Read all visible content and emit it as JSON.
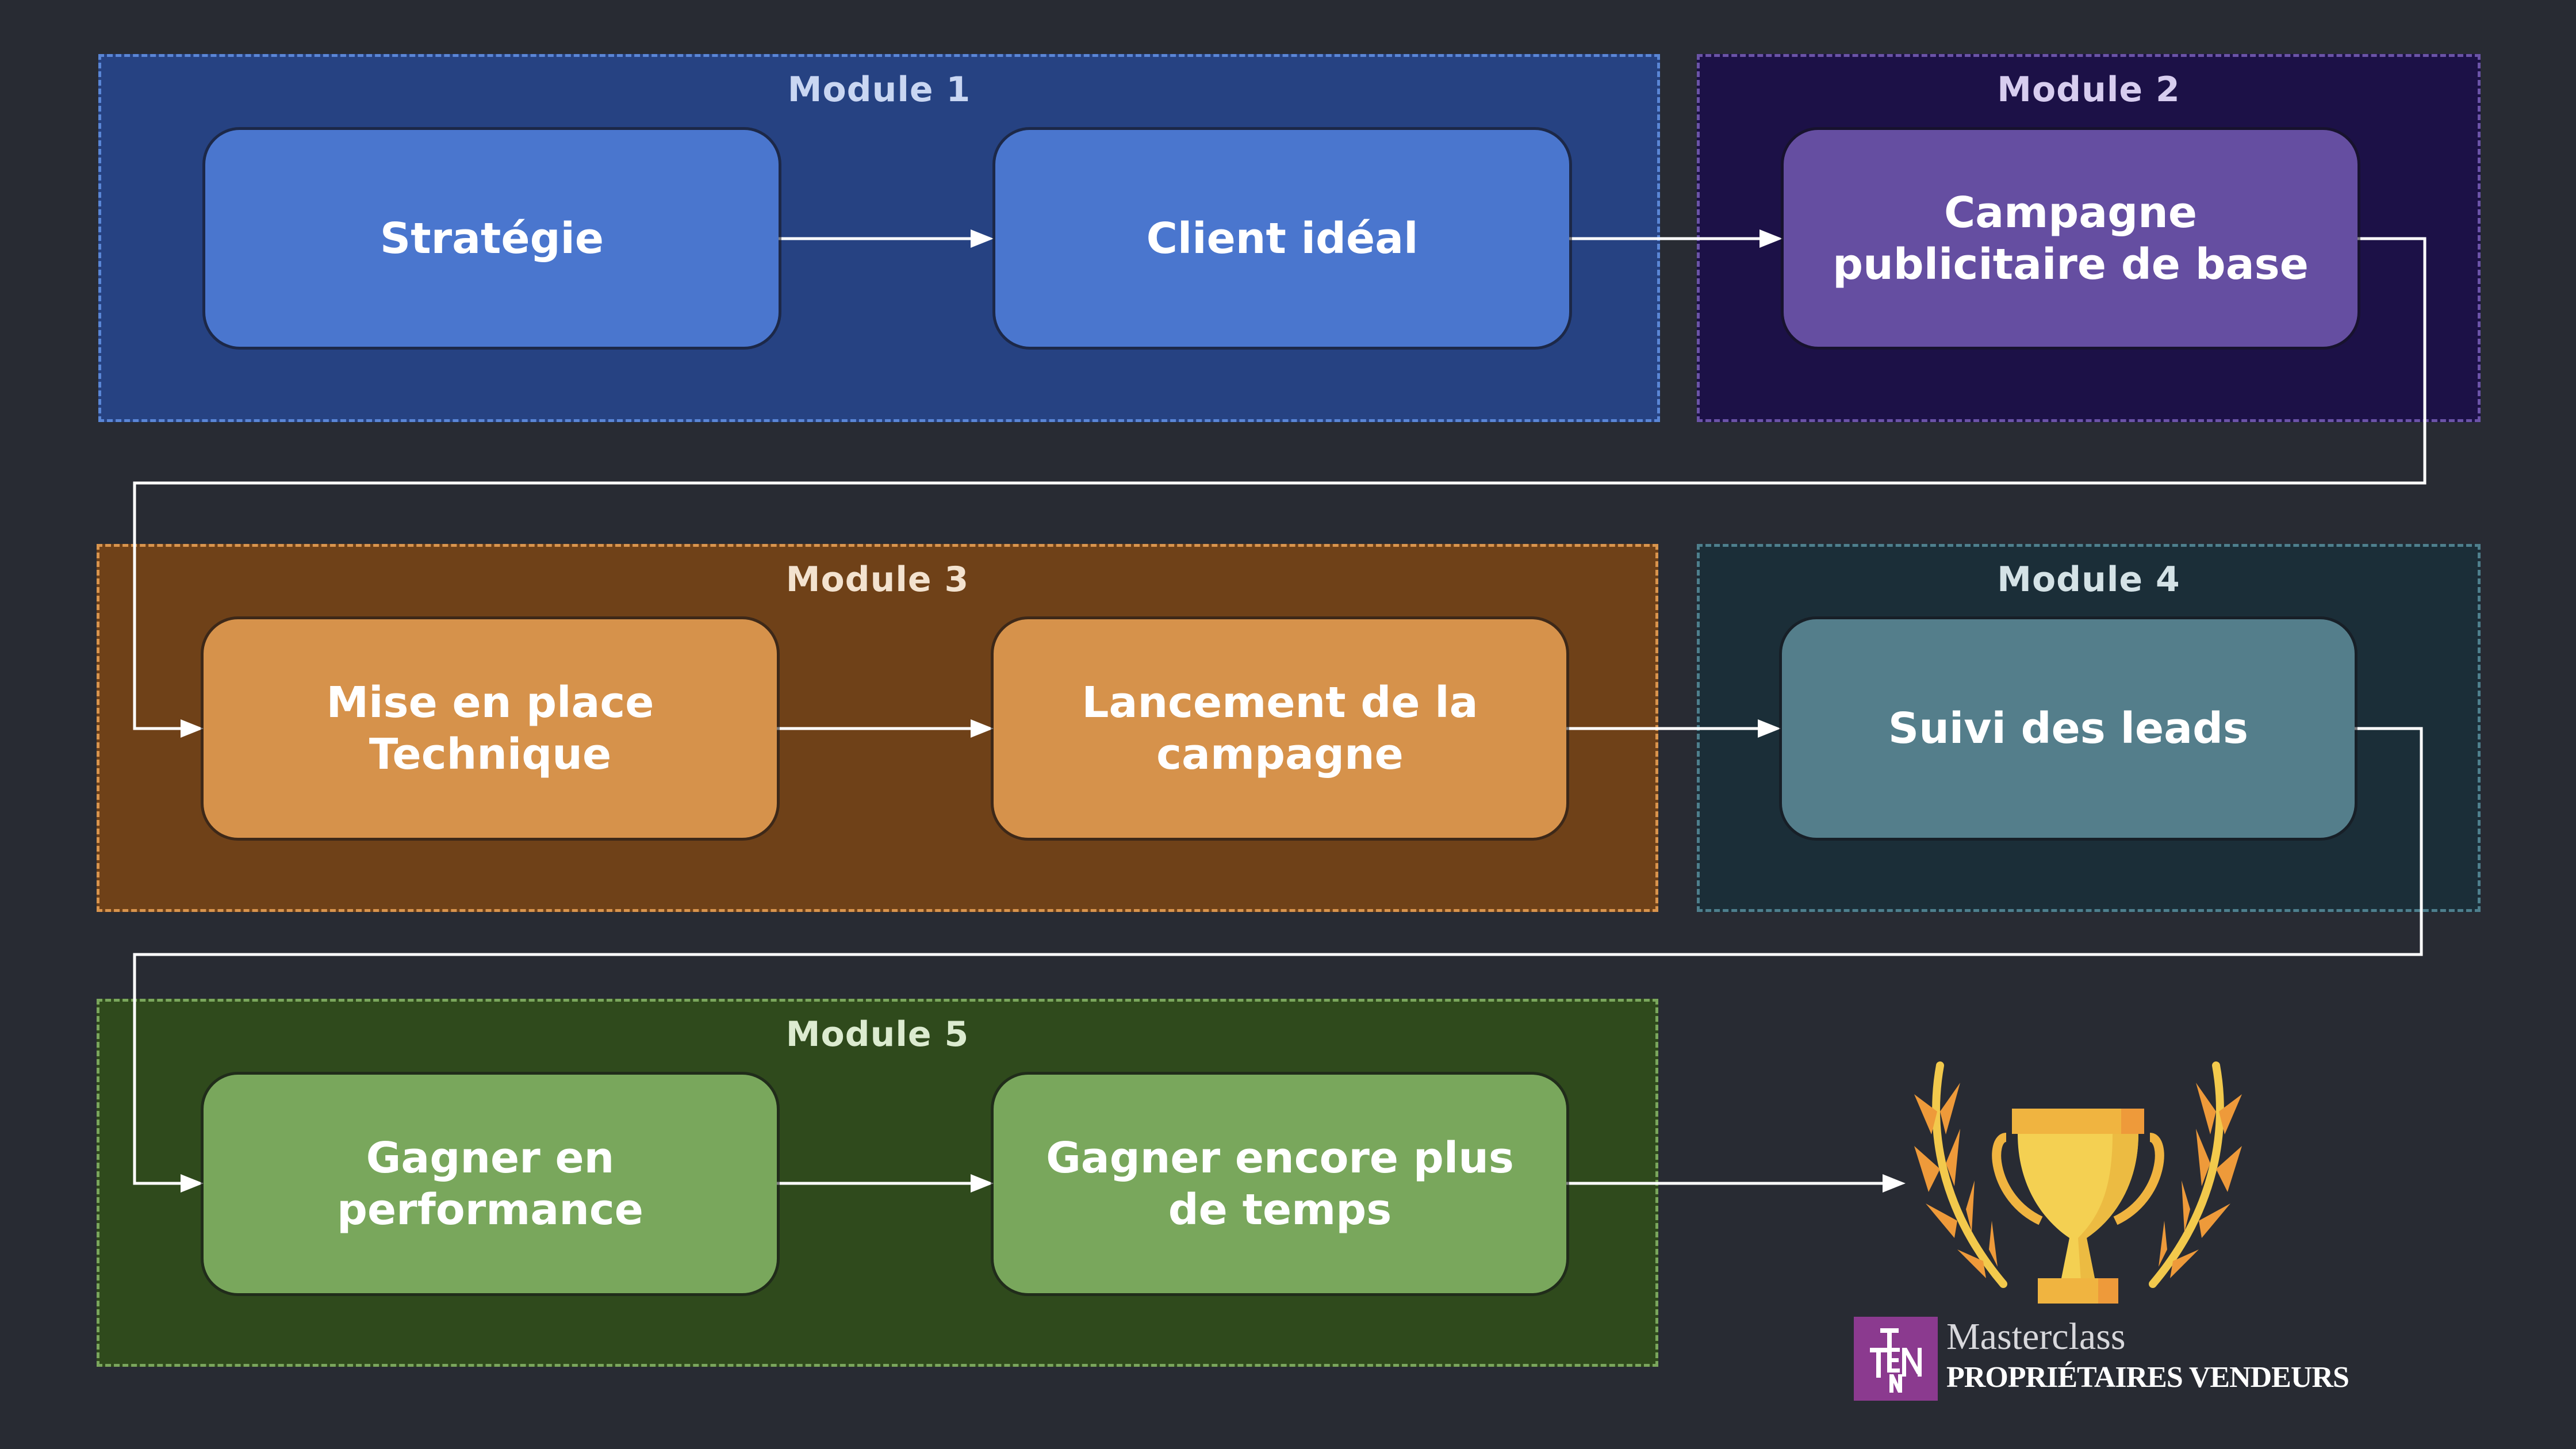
{
  "colors": {
    "background": "#282b33",
    "connector": "#ffffff"
  },
  "modules": [
    {
      "title": "Module 1",
      "bg": "#264282",
      "border": "#5a86d6",
      "title_color": "#c9d6f2",
      "node_color": "#4a76ce",
      "nodes": [
        {
          "label": "Stratégie"
        },
        {
          "label": "Client idéal"
        }
      ]
    },
    {
      "title": "Module 2",
      "bg": "#1c1147",
      "border": "#6b53a8",
      "title_color": "#d7cdef",
      "node_color": "#654ea1",
      "nodes": [
        {
          "label": "Campagne\npublicitaire de base"
        }
      ]
    },
    {
      "title": "Module 3",
      "bg": "#6f4118",
      "border": "#d9944d",
      "title_color": "#f3e2cf",
      "node_color": "#d6924b",
      "nodes": [
        {
          "label": "Mise en place\nTechnique"
        },
        {
          "label": "Lancement de la\ncampagne"
        }
      ]
    },
    {
      "title": "Module 4",
      "bg": "#1b2e38",
      "border": "#4e7f8d",
      "title_color": "#d4e2e6",
      "node_color": "#547e8b",
      "nodes": [
        {
          "label": "Suivi des leads"
        }
      ]
    },
    {
      "title": "Module 5",
      "bg": "#2f4a1c",
      "border": "#7aa65c",
      "title_color": "#dcebd0",
      "node_color": "#79a75c",
      "nodes": [
        {
          "label": "Gagner en\nperformance"
        },
        {
          "label": "Gagner encore plus\nde temps"
        }
      ]
    }
  ],
  "flow_order": [
    "Stratégie",
    "Client idéal",
    "Campagne publicitaire de base",
    "Mise en place Technique",
    "Lancement de la campagne",
    "Suivi des leads",
    "Gagner en performance",
    "Gagner encore plus de temps",
    "trophy"
  ],
  "trophy": {
    "icon": "trophy-with-laurels-icon",
    "gold": "#f2c94c",
    "orange": "#ee9a3a"
  },
  "logo": {
    "monogram": "TEN",
    "line1": "Masterclass",
    "line2": "PROPRIÉTAIRES VENDEURS",
    "color": "#8b3a8f"
  }
}
